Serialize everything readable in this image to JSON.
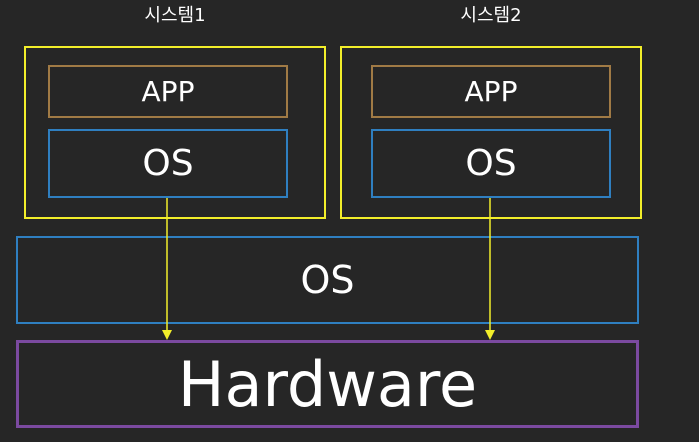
{
  "systems": [
    {
      "title": "시스템1",
      "app_label": "APP",
      "os_label": "OS"
    },
    {
      "title": "시스템2",
      "app_label": "APP",
      "os_label": "OS"
    }
  ],
  "host_os": {
    "label": "OS"
  },
  "hardware": {
    "label": "Hardware"
  },
  "colors": {
    "background": "#262626",
    "system_frame": "#f2ee2a",
    "app_border": "#a07a45",
    "os_border": "#2f7fc0",
    "hardware_border": "#7b4aa0",
    "arrow": "#f2ee2a",
    "text": "#ffffff"
  }
}
